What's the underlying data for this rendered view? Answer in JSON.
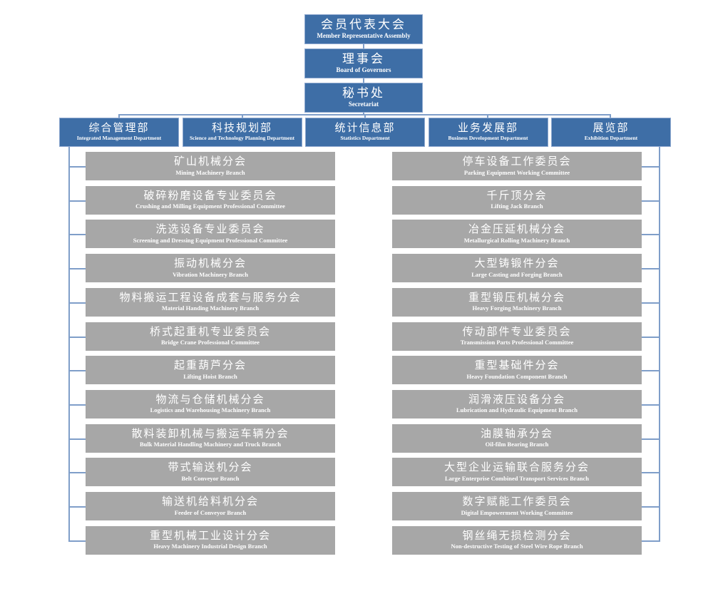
{
  "colors": {
    "box_blue": "#3e6ea6",
    "box_blue_border": "#8fa9d0",
    "box_gray": "#a7a7a7",
    "line": "#7f9ec9",
    "text": "#ffffff"
  },
  "top_chain": [
    {
      "zh": "会员代表大会",
      "en": "Member Representative Assembly"
    },
    {
      "zh": "理事会",
      "en": "Board of Governors"
    },
    {
      "zh": "秘书处",
      "en": "Secretariat"
    }
  ],
  "departments": [
    {
      "zh": "综合管理部",
      "en": "Integrated Management Department"
    },
    {
      "zh": "科技规划部",
      "en": "Science and Technology Planning Department"
    },
    {
      "zh": "统计信息部",
      "en": "Statistics Department"
    },
    {
      "zh": "业务发展部",
      "en": "Business Development Department"
    },
    {
      "zh": "展览部",
      "en": "Exhibition Department"
    }
  ],
  "left_branches": [
    {
      "zh": "矿山机械分会",
      "en": "Mining Machinery Branch"
    },
    {
      "zh": "破碎粉磨设备专业委员会",
      "en": "Crushing and Milling Equipment Professional Committee"
    },
    {
      "zh": "洗选设备专业委员会",
      "en": "Screening and Dressing Equipment Professional Committee"
    },
    {
      "zh": "振动机械分会",
      "en": "Vibration Machinery Branch"
    },
    {
      "zh": "物料搬运工程设备成套与服务分会",
      "en": "Material Handing Machinery Branch"
    },
    {
      "zh": "桥式起重机专业委员会",
      "en": "Bridge Crane Professional Committee"
    },
    {
      "zh": "起重葫芦分会",
      "en": "Lifting Hoist Branch"
    },
    {
      "zh": "物流与仓储机械分会",
      "en": "Logistics and Warehousing Machinery Branch"
    },
    {
      "zh": "散料装卸机械与搬运车辆分会",
      "en": "Bulk Material Handling Machinery and Truck Branch"
    },
    {
      "zh": "带式输送机分会",
      "en": "Belt Conveyor Branch"
    },
    {
      "zh": "输送机给料机分会",
      "en": "Feeder of Conveyor Branch"
    },
    {
      "zh": "重型机械工业设计分会",
      "en": "Heavy Machinery Industrial Design Branch"
    }
  ],
  "right_branches": [
    {
      "zh": "停车设备工作委员会",
      "en": "Parking Equipment Working Committee"
    },
    {
      "zh": "千斤顶分会",
      "en": "Lifting Jack Branch"
    },
    {
      "zh": "冶金压延机械分会",
      "en": "Metallurgical Rolling Machinery Branch"
    },
    {
      "zh": "大型铸锻件分会",
      "en": "Large Casting and Forging Branch"
    },
    {
      "zh": "重型锻压机械分会",
      "en": "Heavy Forging Machinery Branch"
    },
    {
      "zh": "传动部件专业委员会",
      "en": "Transmission  Parts Professional Committee"
    },
    {
      "zh": "重型基础件分会",
      "en": "Heavy Foundation Component Branch"
    },
    {
      "zh": "润滑液压设备分会",
      "en": "Lubrication and Hydraulic Equipment Branch"
    },
    {
      "zh": "油膜轴承分会",
      "en": "Oil-film Bearing Branch"
    },
    {
      "zh": "大型企业运输联合服务分会",
      "en": "Large Enterprise Combined Transport Services Branch"
    },
    {
      "zh": "数字赋能工作委员会",
      "en": "Digital Empowerment Working Committee"
    },
    {
      "zh": "钢丝绳无损检测分会",
      "en": "Non-destructive Testing of Steel Wire Rope Branch"
    }
  ]
}
